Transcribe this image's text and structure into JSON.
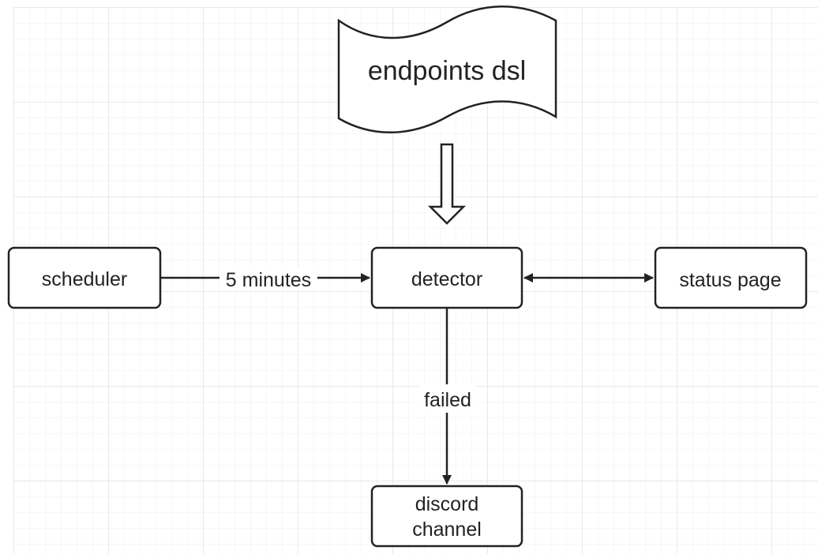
{
  "diagram": {
    "nodes": {
      "endpoints_dsl": {
        "label": "endpoints dsl",
        "shape": "document"
      },
      "scheduler": {
        "label": "scheduler",
        "shape": "rounded-rect"
      },
      "detector": {
        "label": "detector",
        "shape": "rounded-rect"
      },
      "status_page": {
        "label": "status page",
        "shape": "rounded-rect"
      },
      "discord_channel": {
        "label_line1": "discord",
        "label_line2": "channel",
        "shape": "rounded-rect"
      }
    },
    "edges": {
      "dsl_to_detector": {
        "from": "endpoints dsl",
        "to": "detector",
        "style": "hollow-block-arrow"
      },
      "scheduler_to_detector": {
        "from": "scheduler",
        "to": "detector",
        "label": "5 minutes",
        "direction": "forward"
      },
      "detector_status_page": {
        "from": "detector",
        "to": "status page",
        "direction": "both"
      },
      "detector_to_discord": {
        "from": "detector",
        "to": "discord channel",
        "label": "failed",
        "direction": "forward"
      }
    }
  },
  "colors": {
    "stroke": "#222222",
    "grid": "#e6e6e6",
    "background": "#ffffff"
  }
}
